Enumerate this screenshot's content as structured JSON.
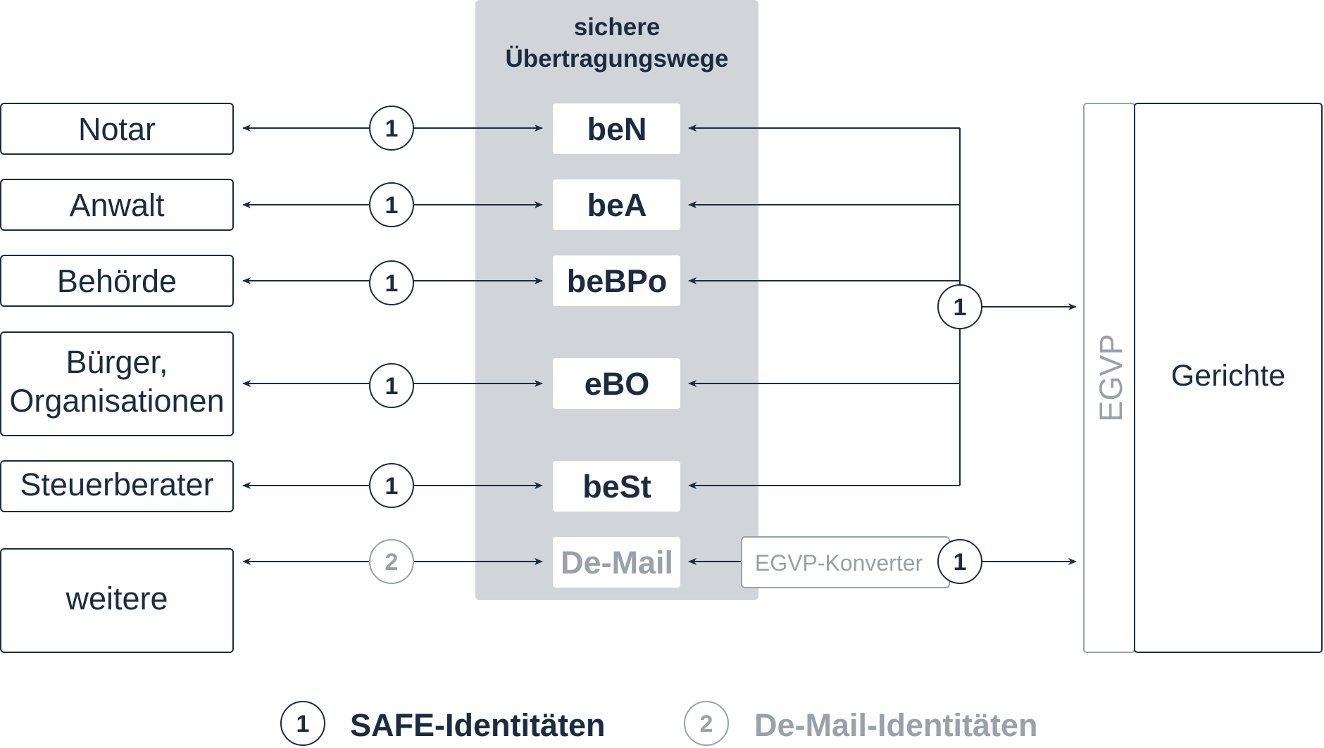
{
  "header": {
    "line1": "sichere",
    "line2": "Übertragungswege"
  },
  "parties": [
    {
      "lines": [
        "Notar"
      ]
    },
    {
      "lines": [
        "Anwalt"
      ]
    },
    {
      "lines": [
        "Behörde"
      ]
    },
    {
      "lines": [
        "Bürger,",
        "Organisationen"
      ]
    },
    {
      "lines": [
        "Steuerberater"
      ]
    },
    {
      "lines": [
        "weitere"
      ]
    }
  ],
  "channels": [
    {
      "label": "beN",
      "badge": "1",
      "kind": "safe"
    },
    {
      "label": "beA",
      "badge": "1",
      "kind": "safe"
    },
    {
      "label": "beBPo",
      "badge": "1",
      "kind": "safe"
    },
    {
      "label": "eBO",
      "badge": "1",
      "kind": "safe"
    },
    {
      "label": "beSt",
      "badge": "1",
      "kind": "safe"
    },
    {
      "label": "De-Mail",
      "badge": "2",
      "kind": "demail"
    }
  ],
  "collector_badge": "1",
  "converter": {
    "label": "EGVP-Konverter",
    "badge": "1"
  },
  "egvp_label": "EGVP",
  "court_label": "Gerichte",
  "legend": [
    {
      "badge": "1",
      "label": "SAFE-Identitäten",
      "kind": "safe"
    },
    {
      "badge": "2",
      "label": "De-Mail-Identitäten",
      "kind": "demail"
    }
  ],
  "colors": {
    "ink": "#1b2b40",
    "muted": "#9aa1a8",
    "column": "#d1d5da",
    "channel_box": "#ffffff"
  }
}
